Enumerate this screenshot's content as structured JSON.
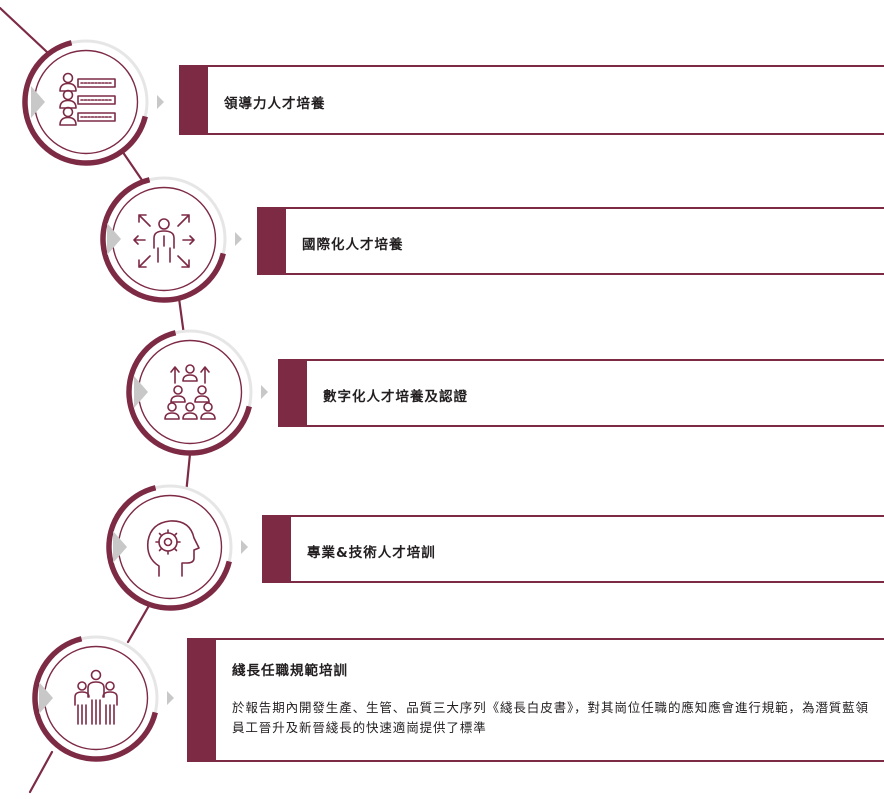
{
  "theme": {
    "accent": "#7d2a45",
    "arrow_gray": "#c8c8c8",
    "ring_gray": "#e6e6e6"
  },
  "items": [
    {
      "title": "領導力人才培養",
      "icon": "leadership-list-icon"
    },
    {
      "title": "國際化人才培養",
      "icon": "global-expansion-person-icon"
    },
    {
      "title": "數字化人才培養及認證",
      "icon": "team-growth-arrows-icon"
    },
    {
      "title": "專業&技術人才培訓",
      "icon": "head-gear-icon"
    },
    {
      "title": "綫長任職規範培訓",
      "icon": "team-group-icon",
      "description": "於報告期內開發生產、生管、品質三大序列《綫長白皮書》，對其崗位任職的應知應會進行規範，為潛質藍領員工晉升及新晉綫長的快速適崗提供了標準"
    }
  ]
}
